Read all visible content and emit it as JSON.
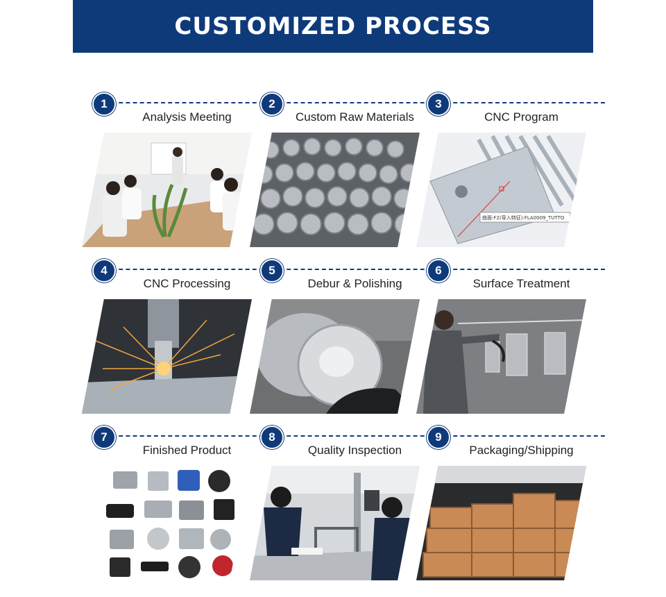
{
  "header": {
    "title": "CUSTOMIZED PROCESS"
  },
  "steps": [
    {
      "number": "1",
      "label": "Analysis Meeting"
    },
    {
      "number": "2",
      "label": "Custom Raw Materials"
    },
    {
      "number": "3",
      "label": "CNC Program",
      "screen_caption": "曲面-F2(导入特征):FLA0009_TUTTO"
    },
    {
      "number": "4",
      "label": "CNC Processing"
    },
    {
      "number": "5",
      "label": "Debur & Polishing"
    },
    {
      "number": "6",
      "label": "Surface Treatment"
    },
    {
      "number": "7",
      "label": "Finished Product"
    },
    {
      "number": "8",
      "label": "Quality Inspection"
    },
    {
      "number": "9",
      "label": "Packaging/Shipping"
    }
  ],
  "colors": {
    "brand": "#0f3a7a",
    "label_text": "#222222",
    "background": "#ffffff"
  }
}
